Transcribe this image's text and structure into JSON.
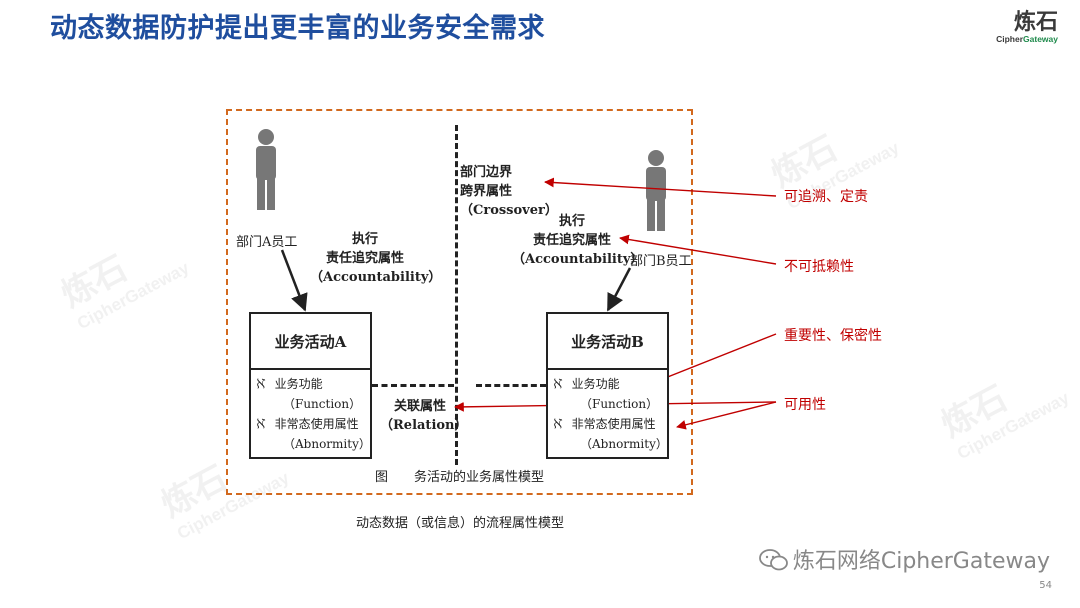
{
  "header": {
    "title": "动态数据防护提出更丰富的业务安全需求",
    "logo_cn": "炼石",
    "logo_en_prefix": "Cipher",
    "logo_en_suffix": "Gateway"
  },
  "watermark": {
    "cn": "炼石",
    "en": "CipherGateway"
  },
  "figure": {
    "employee_a": "部门A员工",
    "employee_b": "部门B员工",
    "exec_a": [
      "执行",
      "责任追究属性",
      "（Accountability）"
    ],
    "exec_b": [
      "执行",
      "责任追究属性",
      "（Accountability）"
    ],
    "crossover": [
      "部门边界",
      "跨界属性",
      "（Crossover）"
    ],
    "relation": [
      "关联属性",
      "（Relation）"
    ],
    "activity_a": {
      "title": "业务活动A",
      "items": [
        {
          "bullet": "ℵ",
          "label": "业务功能",
          "sub": "（Function）"
        },
        {
          "bullet": "ℵ",
          "label": "非常态使用属性",
          "sub": "（Abnormity）"
        }
      ]
    },
    "activity_b": {
      "title": "业务活动B",
      "items": [
        {
          "bullet": "ℵ",
          "label": "业务功能",
          "sub": "（Function）"
        },
        {
          "bullet": "ℵ",
          "label": "非常态使用属性",
          "sub": "（Abnormity）"
        }
      ]
    },
    "fig_caption": "图　　务活动的业务属性模型"
  },
  "annotations": {
    "traceable": "可追溯、定责",
    "non_repudiation": "不可抵赖性",
    "importance": "重要性、保密性",
    "availability": "可用性"
  },
  "caption": "动态数据（或信息）的流程属性模型",
  "footer": {
    "brand": "炼石网络CipherGateway",
    "page_number": "54"
  },
  "colors": {
    "title": "#1f4e9e",
    "annotation": "#c00000",
    "frame": "#d2691e"
  }
}
